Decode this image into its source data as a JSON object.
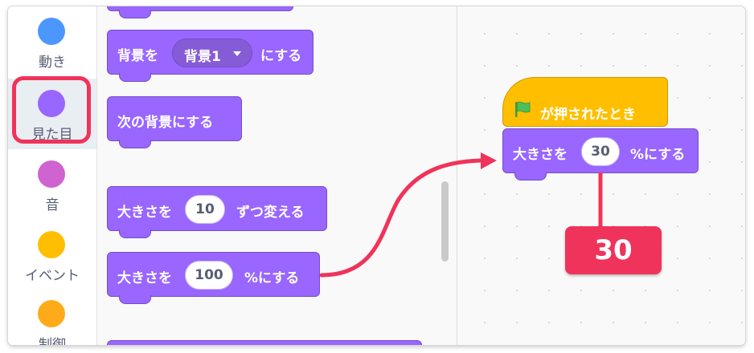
{
  "categories": [
    {
      "label": "動き",
      "color": "#4c97ff"
    },
    {
      "label": "見た目",
      "color": "#9966ff",
      "selected": true
    },
    {
      "label": "音",
      "color": "#cf63cf"
    },
    {
      "label": "イベント",
      "color": "#ffbf00"
    },
    {
      "label": "制御",
      "color": "#ffab19"
    }
  ],
  "palette": {
    "backdrop_block": {
      "prefix": "背景を",
      "dropdown": "背景1",
      "suffix": "にする"
    },
    "next_backdrop_block": {
      "label": "次の背景にする"
    },
    "change_size_block": {
      "prefix": "大きさを",
      "value": "10",
      "suffix": "ずつ変える"
    },
    "set_size_block": {
      "prefix": "大きさを",
      "value": "100",
      "suffix": "%にする"
    }
  },
  "workspace": {
    "hat_block": {
      "label": "が押されたとき",
      "icon": "green-flag-icon"
    },
    "set_size_block": {
      "prefix": "大きさを",
      "value": "30",
      "suffix": "%にする"
    },
    "value_badge": "30"
  },
  "colors": {
    "looks": "#9966ff",
    "events": "#ffbf00",
    "highlight": "#f0335a"
  }
}
